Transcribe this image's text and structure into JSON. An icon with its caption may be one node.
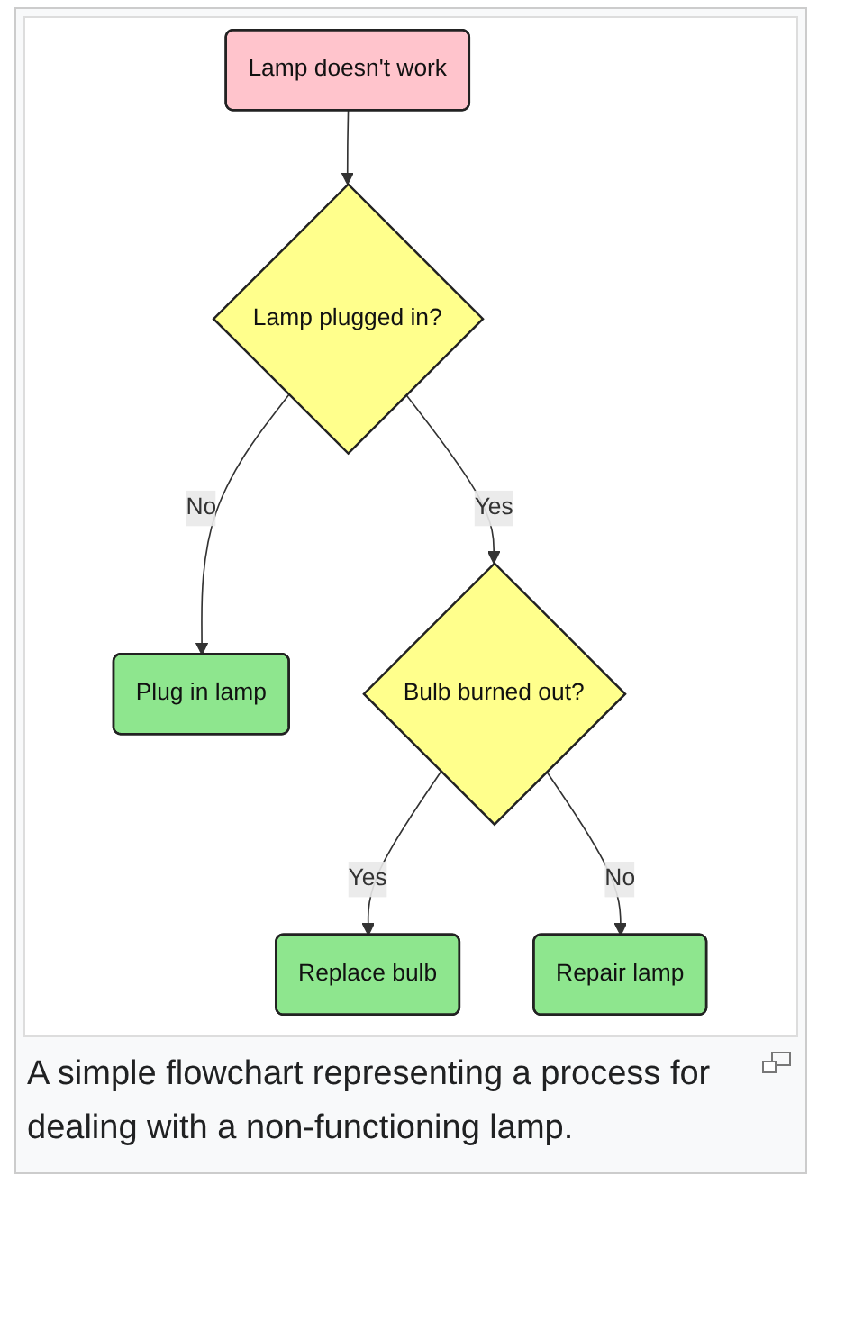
{
  "diagram": {
    "caption": "A simple flowchart representing a process for dealing with a non-functioning lamp.",
    "nodes": [
      {
        "text": [
          "Lamp doesn't work"
        ]
      },
      {
        "text": [
          "Lamp plugged in?"
        ]
      },
      {
        "text": [
          "Plug in lamp"
        ]
      },
      {
        "text": [
          "Bulb burned out?"
        ]
      },
      {
        "text": [
          "Replace bulb"
        ]
      },
      {
        "text": [
          "Repair lamp"
        ]
      }
    ],
    "edges": [
      {
        "from": 0,
        "to": 1,
        "arrow": "to"
      },
      {
        "from": 1,
        "to": 2,
        "label": "No",
        "arrow": "to"
      },
      {
        "from": 1,
        "to": 3,
        "label": "Yes",
        "arrow": "to"
      },
      {
        "from": 3,
        "to": 4,
        "label": "Yes",
        "arrow": "to"
      },
      {
        "from": 3,
        "to": 5,
        "label": "No",
        "arrow": "to"
      }
    ]
  }
}
